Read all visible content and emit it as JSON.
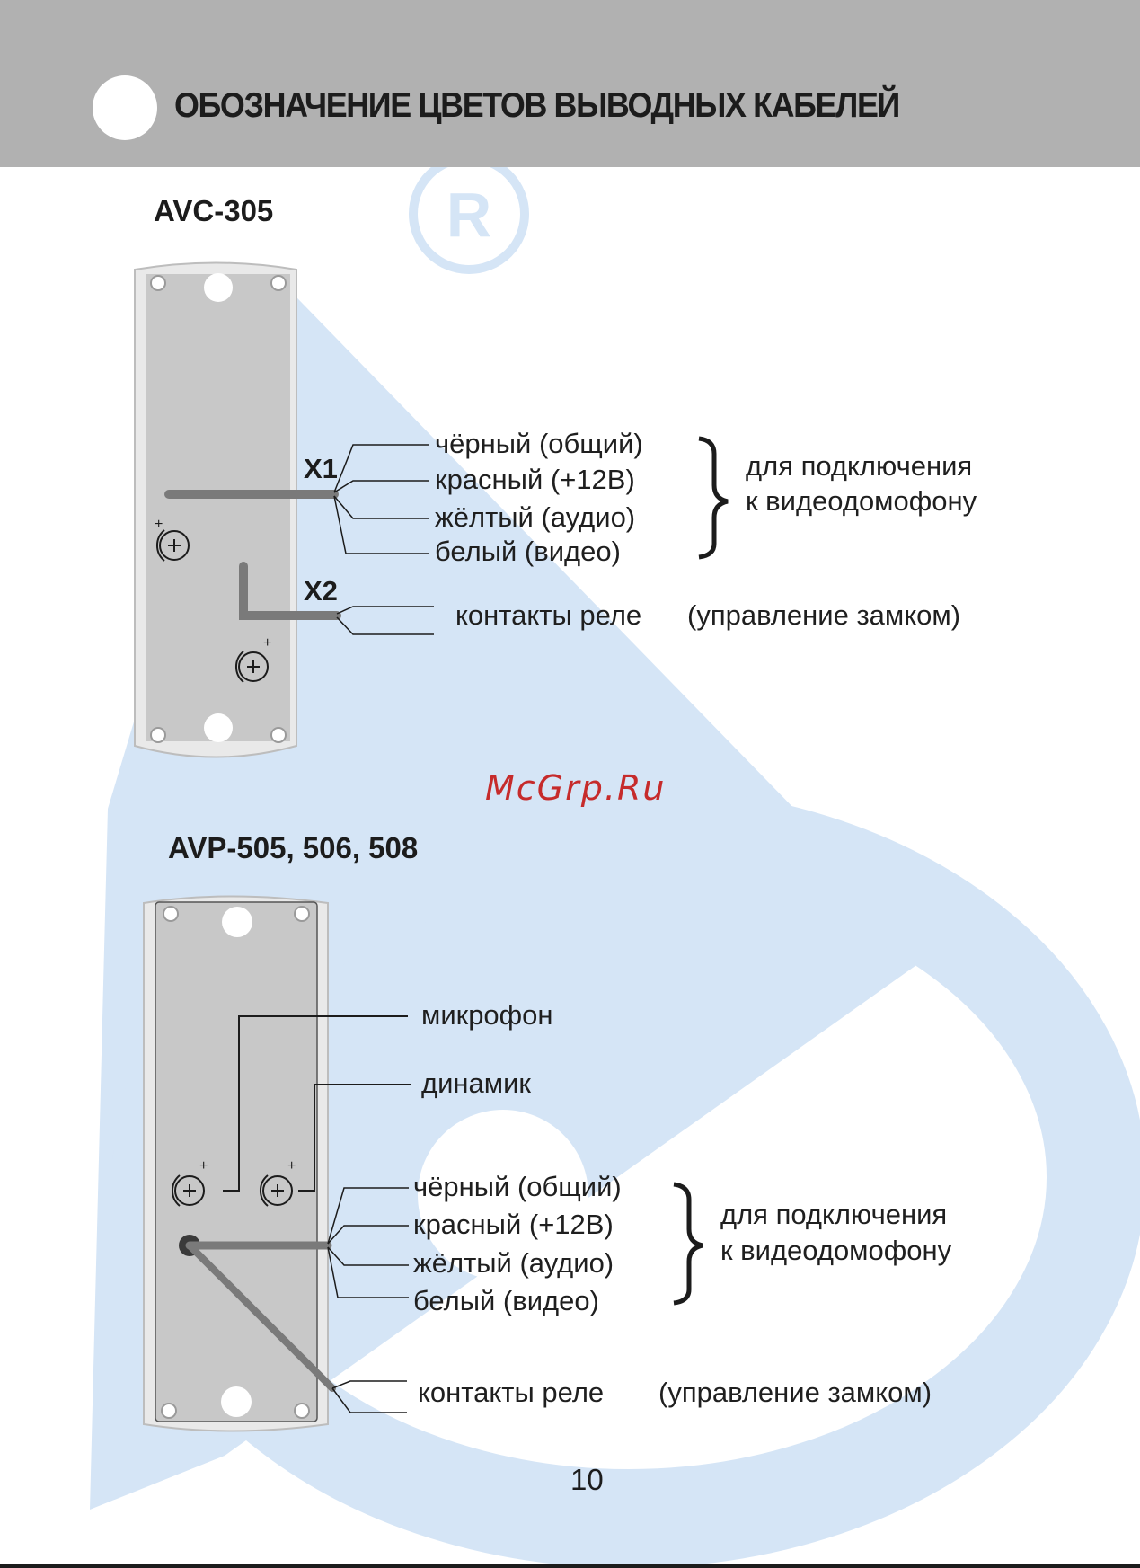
{
  "header": {
    "title": "ОБОЗНАЧЕНИЕ ЦВЕТОВ ВЫВОДНЫХ КАБЕЛЕЙ"
  },
  "registered_mark": "R",
  "watermark": "McGrp.Ru",
  "colors": {
    "header_bg": "#b1b1b1",
    "logo_blue": "#d5e5f6",
    "panel": "#c8c8c8",
    "watermark_red": "#c62b2b"
  },
  "avc305": {
    "model": "AVC-305",
    "x1": "X1",
    "x2": "X2",
    "wires": [
      {
        "label": "чёрный (общий)"
      },
      {
        "label": "красный (+12В)"
      },
      {
        "label": "жёлтый (аудио)"
      },
      {
        "label": "белый (видео)"
      }
    ],
    "brace_line1": "для подключения",
    "brace_line2": "к видеодомофону",
    "relay": "контакты реле",
    "relay_note": "(управление замком)"
  },
  "avp505": {
    "model": "AVP-505, 506, 508",
    "microphone": "микрофон",
    "speaker": "динамик",
    "wires": [
      {
        "label": "чёрный (общий)"
      },
      {
        "label": "красный (+12В)"
      },
      {
        "label": "жёлтый (аудио)"
      },
      {
        "label": "белый (видео)"
      }
    ],
    "brace_line1": "для подключения",
    "brace_line2": "к видеодомофону",
    "relay": "контакты реле",
    "relay_note": "(управление замком)"
  },
  "page_number": "10"
}
